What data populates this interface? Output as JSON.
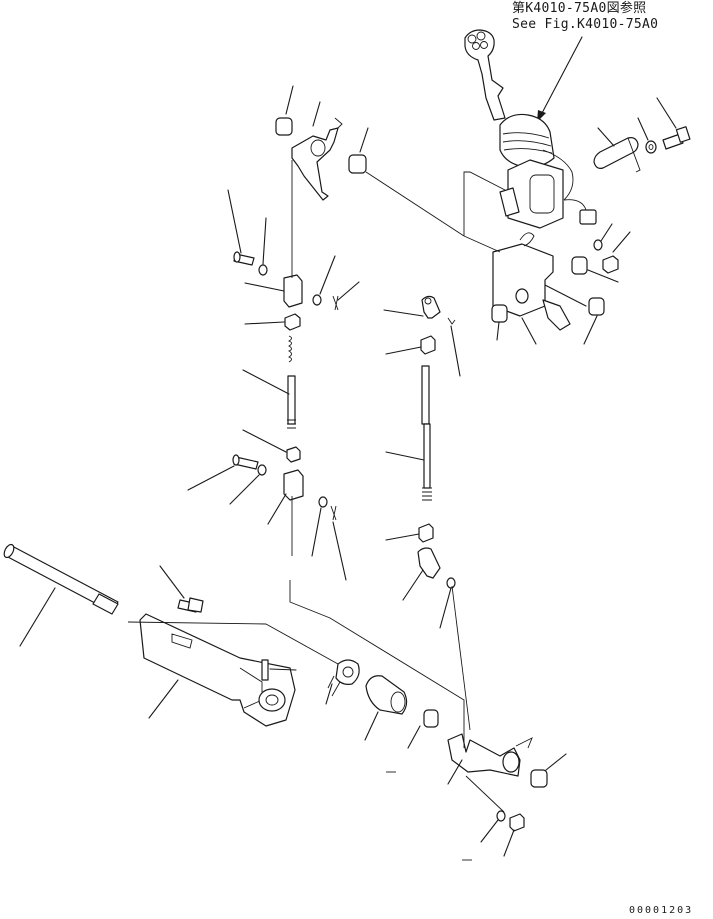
{
  "reference_note": {
    "jp": "第K4010-75A0図参照",
    "en": "See Fig.K4010-75A0"
  },
  "drawing_number": "00001203"
}
